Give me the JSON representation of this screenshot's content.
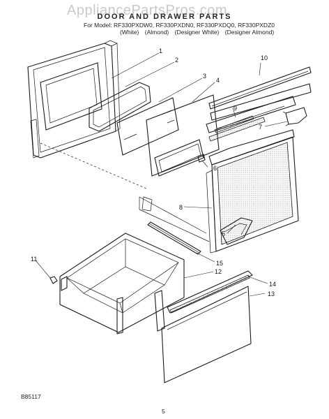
{
  "watermark": "AppliancePartsPros.com",
  "header": {
    "title": "DOOR AND DRAWER PARTS",
    "models_line": "For Model: RF330PXDW0, RF330PXDN0, RF330PXDQ0, RF330PXDZ0",
    "variants": [
      "(White)",
      "(Almond)",
      "(Designer White)",
      "(Designer Almond)"
    ]
  },
  "callouts": {
    "c1": "1",
    "c2": "2",
    "c3": "3",
    "c4": "4",
    "c5": "5",
    "c6": "6",
    "c7": "7",
    "c8": "8",
    "c9": "9",
    "c10": "10",
    "c11": "11",
    "c12": "12",
    "c13": "13",
    "c14": "14",
    "c15": "15"
  },
  "footer": {
    "code": "B85117",
    "page": "5"
  }
}
